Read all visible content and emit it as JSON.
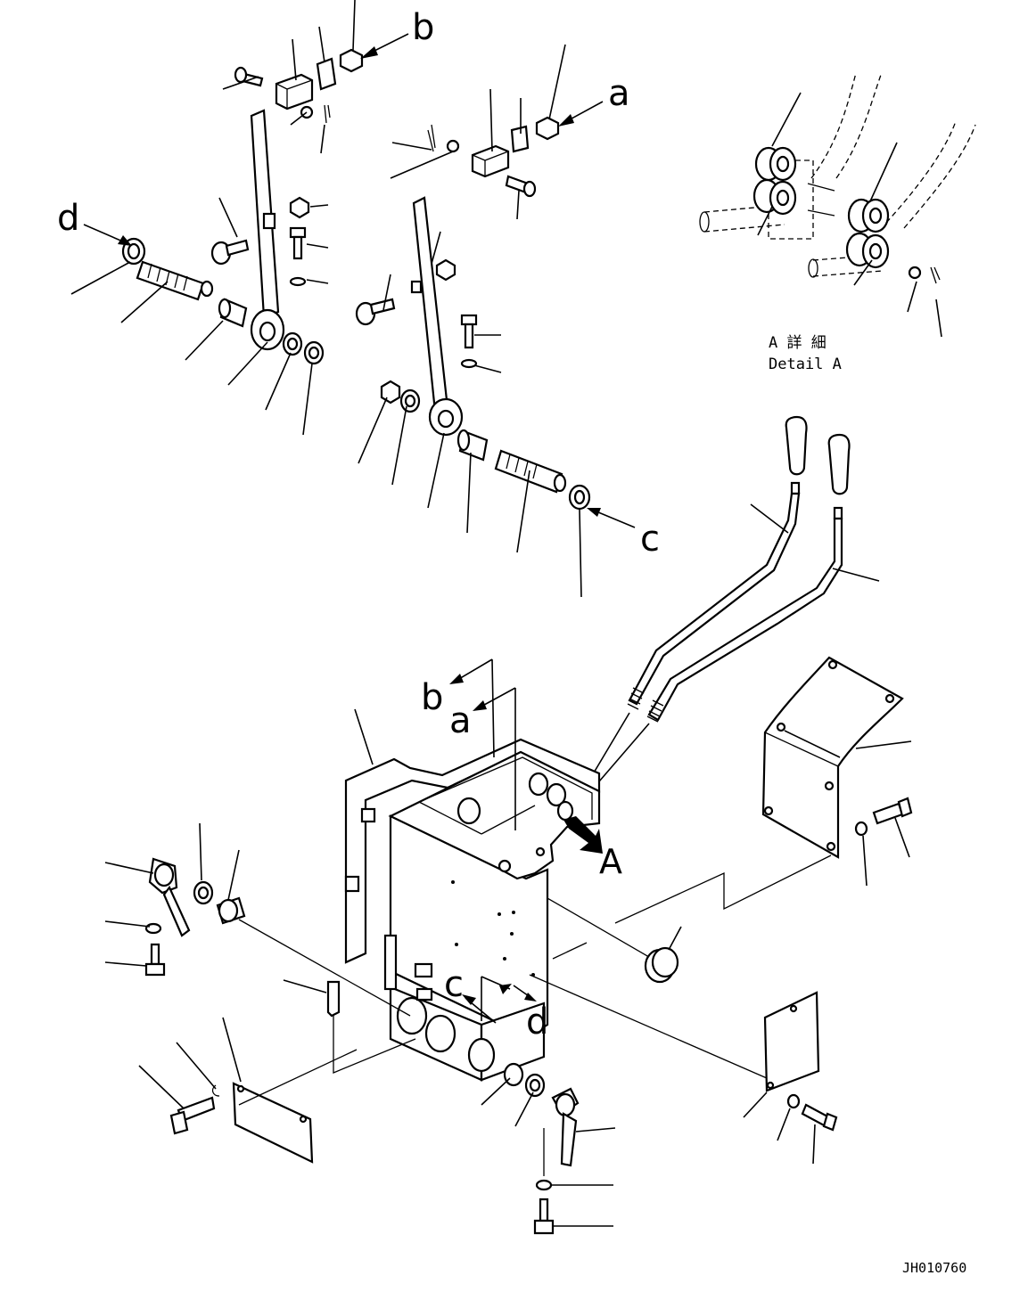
{
  "diagram": {
    "ref_labels": {
      "a_top": "a",
      "b_top": "b",
      "c_mid": "c",
      "d_left": "d",
      "b_bottom": "b",
      "a_bottom": "a",
      "c_bottom": "c",
      "d_bottom": "d",
      "A_view": "A"
    },
    "detail_caption_jp": "A 詳 細",
    "detail_caption_en": "Detail A",
    "drawing_code": "JH010760"
  }
}
